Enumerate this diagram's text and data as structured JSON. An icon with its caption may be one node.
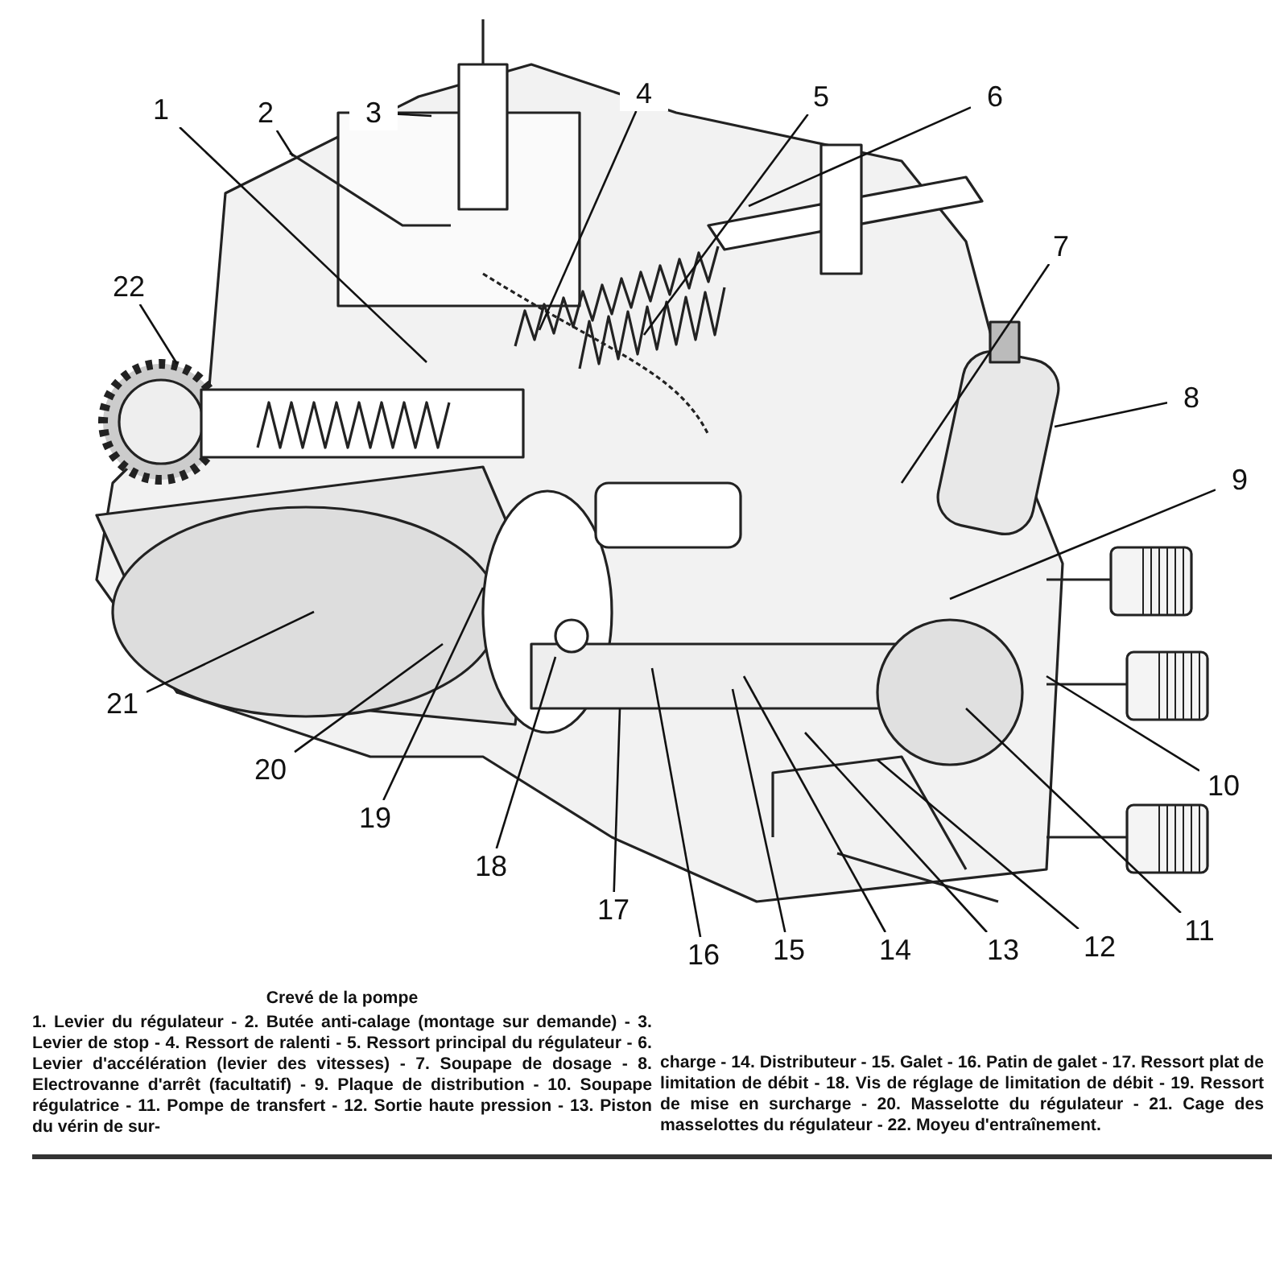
{
  "diagram": {
    "nodes": [
      {
        "text": [
          "1"
        ]
      },
      {
        "text": [
          "2"
        ]
      },
      {
        "text": [
          "3"
        ]
      },
      {
        "text": [
          "4"
        ]
      },
      {
        "text": [
          "5"
        ]
      },
      {
        "text": [
          "6"
        ]
      },
      {
        "text": [
          "7"
        ]
      },
      {
        "text": [
          "8"
        ]
      },
      {
        "text": [
          "9"
        ]
      },
      {
        "text": [
          "10"
        ]
      },
      {
        "text": [
          "11"
        ]
      },
      {
        "text": [
          "12"
        ]
      },
      {
        "text": [
          "13"
        ]
      },
      {
        "text": [
          "14"
        ]
      },
      {
        "text": [
          "15"
        ]
      },
      {
        "text": [
          "16"
        ]
      },
      {
        "text": [
          "17"
        ]
      },
      {
        "text": [
          "18"
        ]
      },
      {
        "text": [
          "19"
        ]
      },
      {
        "text": [
          "20"
        ]
      },
      {
        "text": [
          "21"
        ]
      },
      {
        "text": [
          "22"
        ]
      }
    ],
    "edges": [
      {
        "from": 0,
        "to": null,
        "arrow": "none"
      },
      {
        "from": 1,
        "to": null,
        "arrow": "none"
      },
      {
        "from": 2,
        "to": null,
        "arrow": "none"
      },
      {
        "from": 3,
        "to": null,
        "arrow": "none"
      },
      {
        "from": 4,
        "to": null,
        "arrow": "none"
      },
      {
        "from": 5,
        "to": null,
        "arrow": "none"
      },
      {
        "from": 6,
        "to": null,
        "arrow": "none"
      },
      {
        "from": 7,
        "to": null,
        "arrow": "none"
      },
      {
        "from": 8,
        "to": null,
        "arrow": "none"
      },
      {
        "from": 9,
        "to": null,
        "arrow": "none"
      },
      {
        "from": 10,
        "to": null,
        "arrow": "none"
      },
      {
        "from": 11,
        "to": null,
        "arrow": "none"
      },
      {
        "from": 12,
        "to": null,
        "arrow": "none"
      },
      {
        "from": 13,
        "to": null,
        "arrow": "none"
      },
      {
        "from": 14,
        "to": null,
        "arrow": "none"
      },
      {
        "from": 15,
        "to": null,
        "arrow": "none"
      },
      {
        "from": 16,
        "to": null,
        "arrow": "none"
      },
      {
        "from": 17,
        "to": null,
        "arrow": "none"
      },
      {
        "from": 18,
        "to": null,
        "arrow": "none"
      },
      {
        "from": 19,
        "to": null,
        "arrow": "none"
      },
      {
        "from": 20,
        "to": null,
        "arrow": "none"
      },
      {
        "from": 21,
        "to": null,
        "arrow": "none"
      }
    ],
    "labels": [
      "Crevé de la pompe",
      "1. Levier du régulateur - 2. Butée anti-calage (montage sur demande) - 3. Levier de stop - 4. Ressort de ralenti - 5. Ressort principal du régulateur - 6. Levier d'accélération (levier des vitesses) - 7. Soupape de dosage - 8. Electrovanne d'arrêt (facultatif) - 9. Plaque de distribution - 10. Soupape régulatrice - 11. Pompe de transfert - 12. Sortie haute pression - 13. Piston du vérin de sur-",
      "charge - 14. Distributeur - 15. Galet - 16. Patin de galet - 17. Ressort plat de limitation de débit - 18. Vis de réglage de limitation de débit - 19. Ressort de mise en surcharge - 20. Masselotte du régulateur - 21. Cage des masselottes du régulateur - 22. Moyeu d'entraînement."
    ]
  }
}
